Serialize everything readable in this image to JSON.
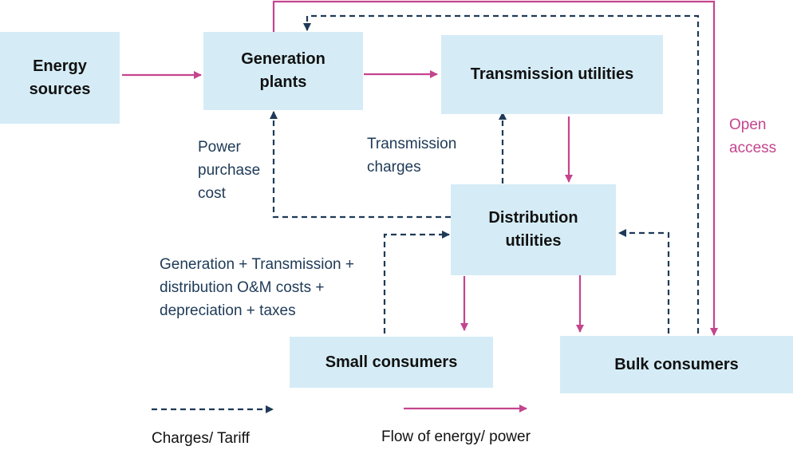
{
  "colors": {
    "box_fill": "#d5ecf6",
    "energy_flow": "#c4458e",
    "charges": "#1e3a57"
  },
  "nodes": {
    "energy_sources": "Energy\nsources",
    "generation_plants": "Generation\nplants",
    "transmission_utilities": "Transmission utilities",
    "distribution_utilities": "Distribution\nutilities",
    "small_consumers": "Small consumers",
    "bulk_consumers": "Bulk consumers"
  },
  "labels": {
    "power_purchase_cost": "Power\npurchase\ncost",
    "transmission_charges": "Transmission\ncharges",
    "open_access": "Open\naccess",
    "cost_components": "Generation + Transmission +\ndistribution O&M costs +\ndepreciation + taxes"
  },
  "legend": {
    "charges": "Charges/ Tariff",
    "energy_flow": "Flow of energy/ power"
  }
}
